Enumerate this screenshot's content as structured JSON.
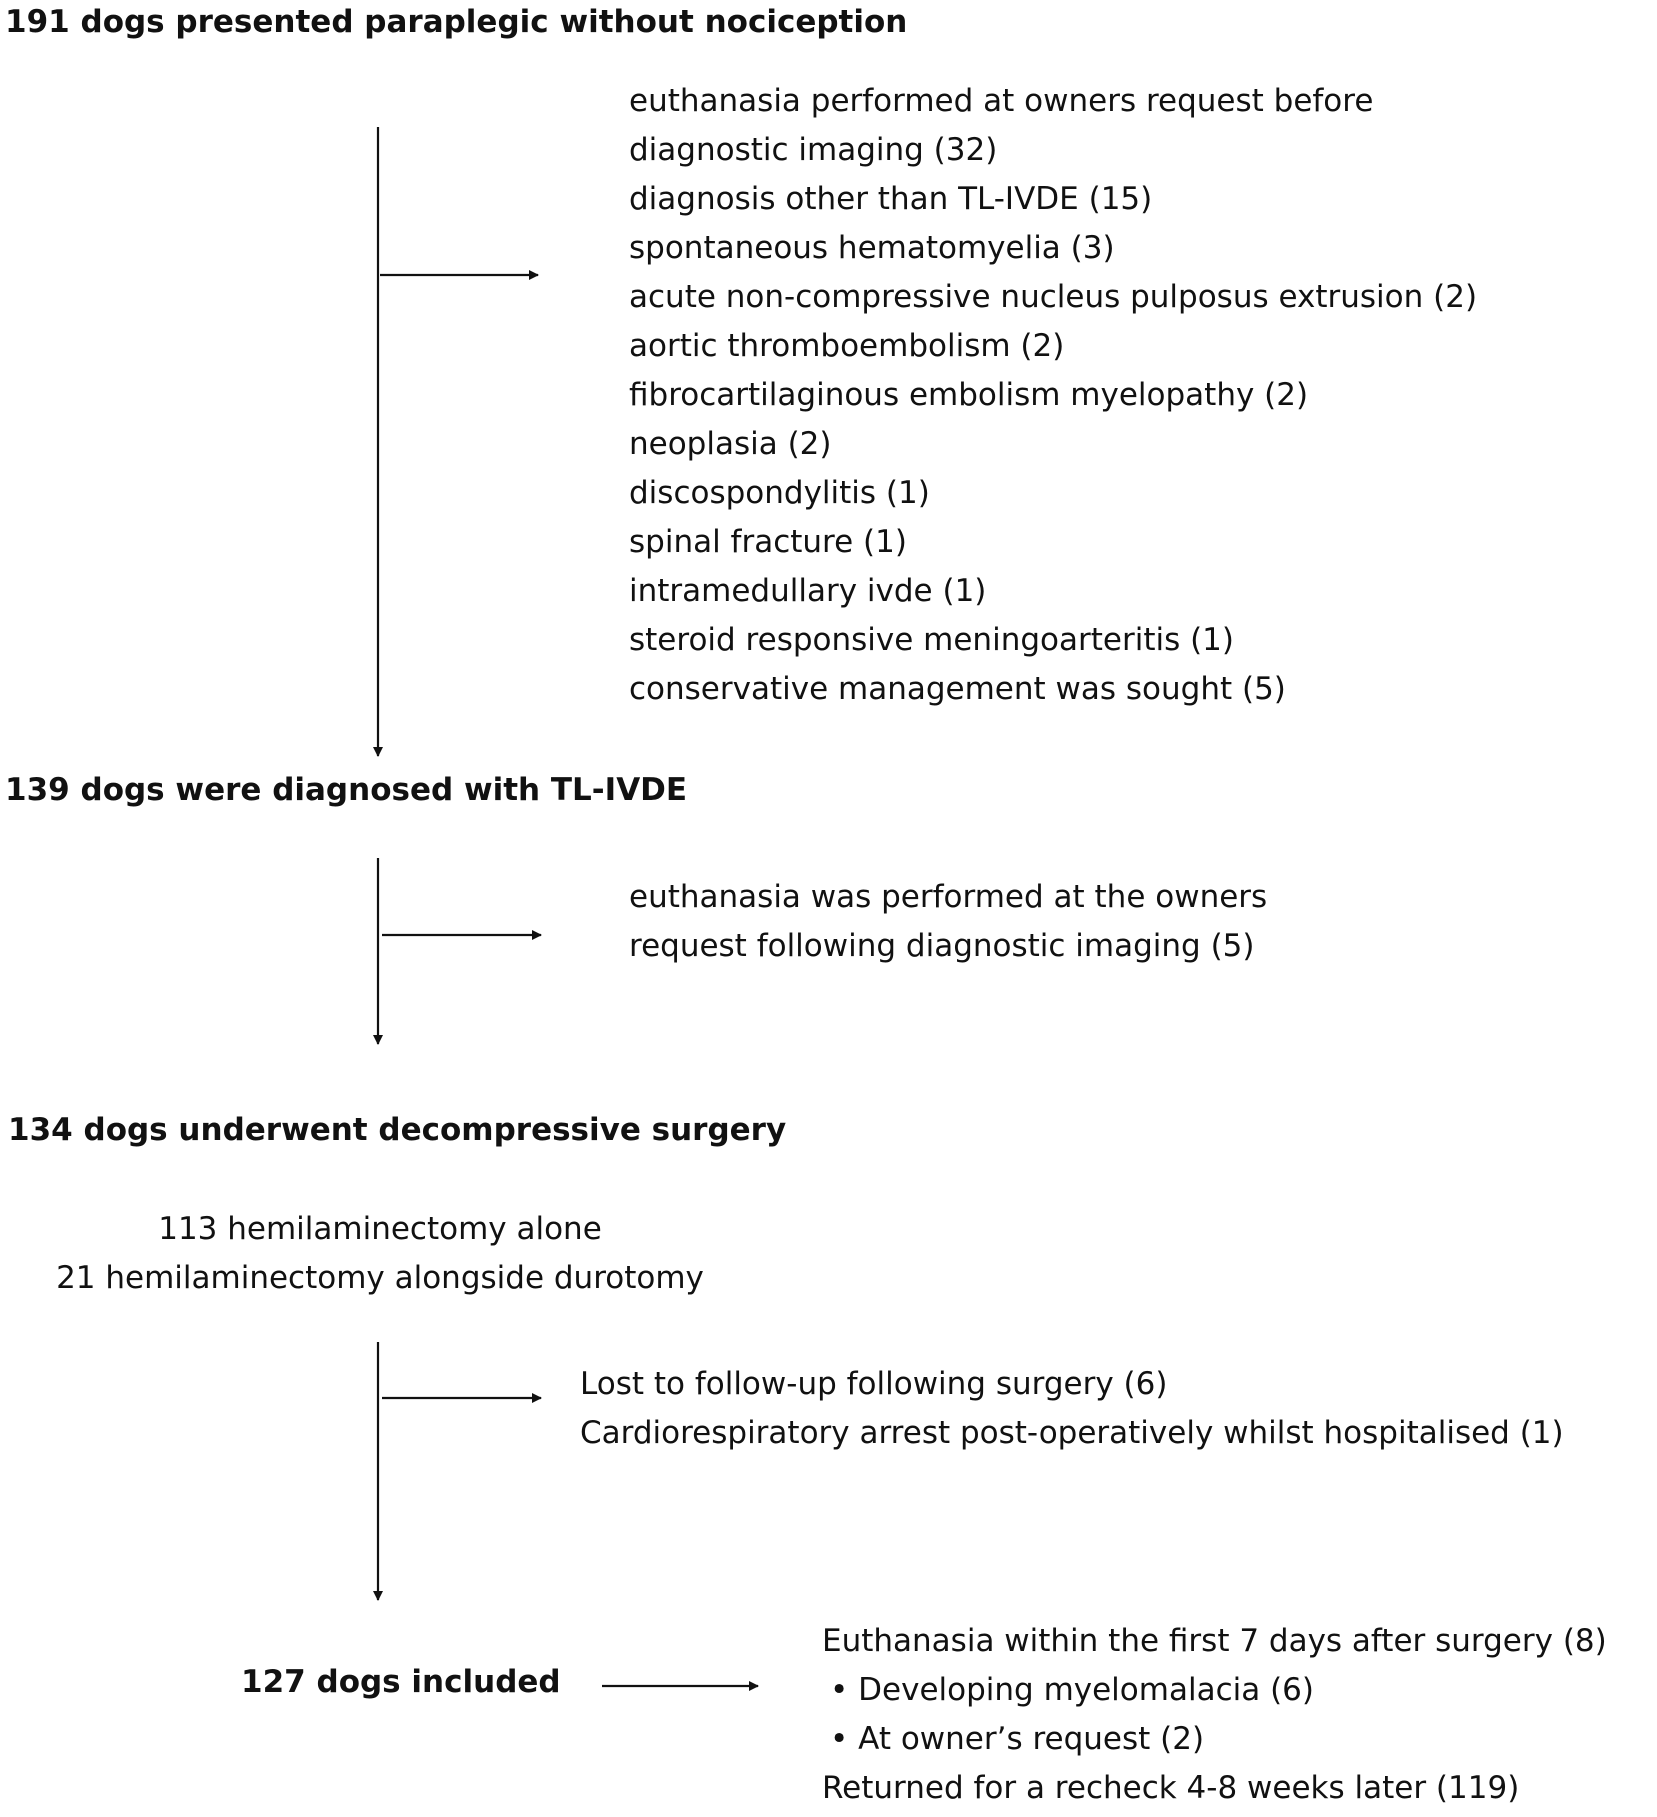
{
  "stages": {
    "presented": "191 dogs presented paraplegic without nociception",
    "diagnosed": "139 dogs were diagnosed with TL-IVDE",
    "surgery": "134 dogs underwent decompressive surgery",
    "included": "127 dogs included"
  },
  "excluded_before_imaging": [
    "euthanasia performed at owners request before",
    "diagnostic imaging (32)",
    "diagnosis other than TL-IVDE (15)",
    "spontaneous hematomyelia (3)",
    "acute non-compressive nucleus pulposus extrusion (2)",
    "aortic thromboembolism (2)",
    "fibrocartilaginous embolism myelopathy (2)",
    "neoplasia (2)",
    "discospondylitis (1)",
    "spinal fracture (1)",
    "intramedullary ivde (1)",
    "steroid responsive meningoarteritis (1)",
    "conservative management was sought (5)"
  ],
  "excluded_after_imaging": [
    "euthanasia was performed at the owners",
    "request following diagnostic imaging (5)"
  ],
  "surgery_types": [
    "113 hemilaminectomy alone",
    "21 hemilaminectomy alongside durotomy"
  ],
  "excluded_after_surgery": [
    "Lost to follow-up following surgery (6)",
    "Cardiorespiratory arrest post-operatively whilst hospitalised (1)"
  ],
  "outcomes": {
    "euthanasia_line": "Euthanasia within the first 7 days after surgery (8)",
    "bullet_symbol": "•",
    "bullets": [
      "Developing myelomalacia (6)",
      "At owner’s request (2)"
    ],
    "recheck_line": "Returned for a recheck 4-8 weeks later (119)"
  }
}
